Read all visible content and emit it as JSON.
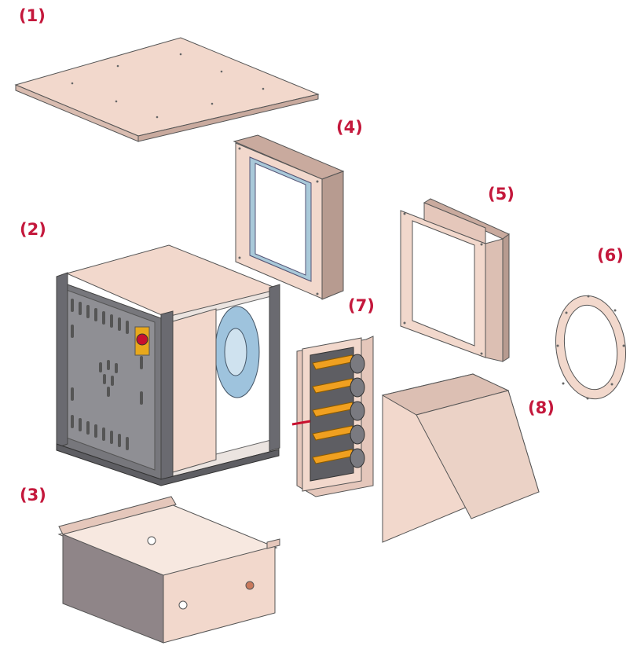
{
  "callouts": {
    "c1": "(1)",
    "c2": "(2)",
    "c3": "(3)",
    "c4": "(4)",
    "c5": "(5)",
    "c6": "(6)",
    "c7": "(7)",
    "c8": "(8)"
  },
  "colors": {
    "callout": "#c4183c",
    "panel": "#f2d8cc",
    "panel_shade": "#d9bcb0",
    "frame": "#8f8f94",
    "frame_dark": "#5e5e63",
    "gasket": "#a9c9d9",
    "blade": "#f0a020",
    "fan": "#9ec3dd",
    "switch": "#e8a81c",
    "knob": "#c8102e"
  }
}
